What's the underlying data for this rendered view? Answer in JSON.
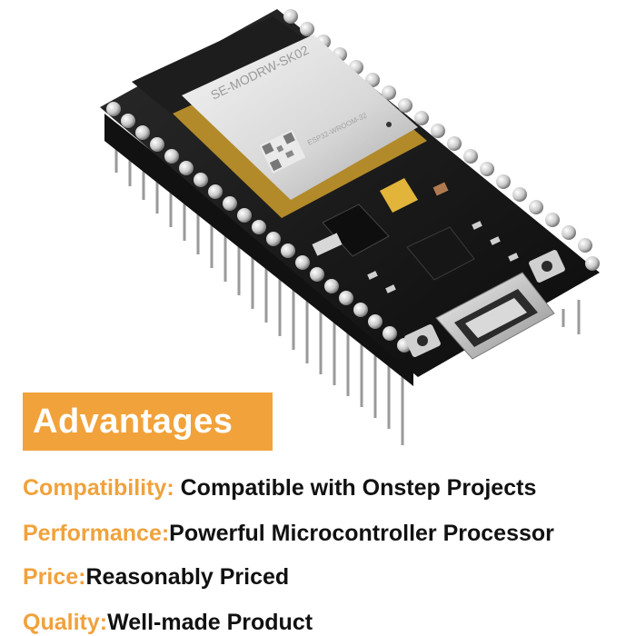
{
  "module": {
    "shield_label": "SE-MODRW-SK02",
    "shield_label_small": "ESP32-WROOM-32"
  },
  "banner": {
    "title": "Advantages"
  },
  "features": [
    {
      "key": "Compatibility:",
      "value": " Compatible with Onstep Projects"
    },
    {
      "key": "Performance:",
      "value": "Powerful Microcontroller Processor"
    },
    {
      "key": "Price:",
      "value": "Reasonably Priced"
    },
    {
      "key": "Quality:",
      "value": "Well-made Product"
    }
  ],
  "colors": {
    "accent": "#f2a23a",
    "text": "#111111",
    "banner_text": "#ffffff"
  }
}
